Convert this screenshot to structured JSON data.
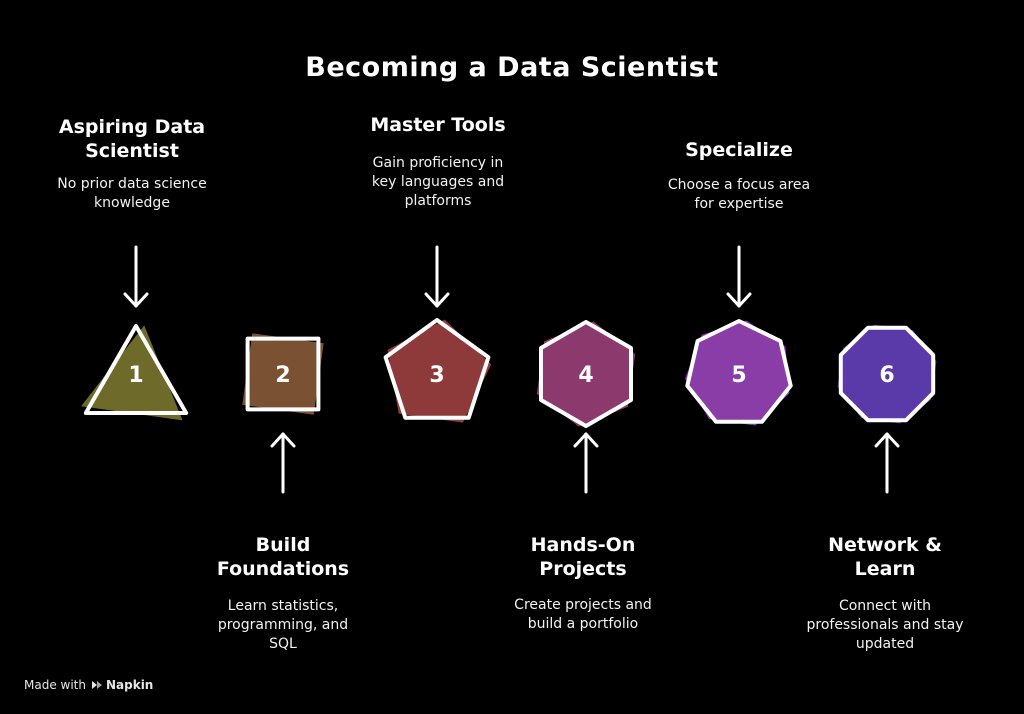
{
  "title": "Becoming a Data Scientist",
  "steps": [
    {
      "number": "1",
      "shape": "triangle",
      "color": "#6e6a2a",
      "title_lines": [
        "Aspiring Data",
        "Scientist"
      ],
      "desc_lines": [
        "No prior data science",
        "knowledge"
      ]
    },
    {
      "number": "2",
      "shape": "square",
      "color": "#7a5233",
      "title_lines": [
        "Build",
        "Foundations"
      ],
      "desc_lines": [
        "Learn statistics,",
        "programming, and",
        "SQL"
      ]
    },
    {
      "number": "3",
      "shape": "pentagon",
      "color": "#8f3a3a",
      "title_lines": [
        "Master Tools"
      ],
      "desc_lines": [
        "Gain proficiency in",
        "key languages and",
        "platforms"
      ]
    },
    {
      "number": "4",
      "shape": "hexagon",
      "color": "#8c3a6e",
      "title_lines": [
        "Hands-On",
        "Projects"
      ],
      "desc_lines": [
        "Create projects and",
        "build a portfolio"
      ]
    },
    {
      "number": "5",
      "shape": "heptagon",
      "color": "#8a3da6",
      "title_lines": [
        "Specialize"
      ],
      "desc_lines": [
        "Choose a focus area",
        "for expertise"
      ]
    },
    {
      "number": "6",
      "shape": "octagon",
      "color": "#5a3aa8",
      "title_lines": [
        "Network &",
        "Learn"
      ],
      "desc_lines": [
        "Connect with",
        "professionals and stay",
        "updated"
      ]
    }
  ],
  "footer": {
    "prefix": "Made with",
    "brand": "Napkin",
    "brand_icon": "napkin-logo-icon"
  }
}
